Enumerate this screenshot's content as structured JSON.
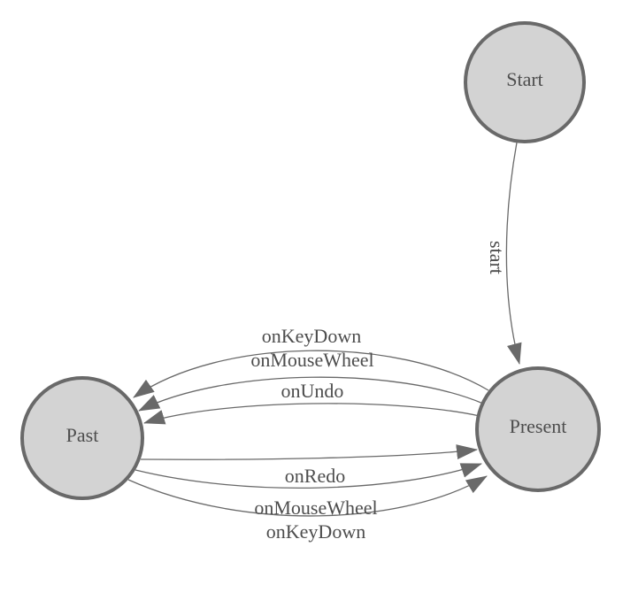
{
  "diagram": {
    "type": "state-machine",
    "nodes": [
      {
        "id": "start",
        "label": "Start"
      },
      {
        "id": "past",
        "label": "Past"
      },
      {
        "id": "present",
        "label": "Present"
      }
    ],
    "edges": [
      {
        "from": "Start",
        "to": "Present",
        "label": "start"
      },
      {
        "from": "Present",
        "to": "Past",
        "label": "onKeyDown"
      },
      {
        "from": "Present",
        "to": "Past",
        "label": "onMouseWheel"
      },
      {
        "from": "Present",
        "to": "Past",
        "label": "onUndo"
      },
      {
        "from": "Past",
        "to": "Present",
        "label": "onRedo"
      },
      {
        "from": "Past",
        "to": "Present",
        "label": "onMouseWheel"
      },
      {
        "from": "Past",
        "to": "Present",
        "label": "onKeyDown"
      }
    ],
    "colors": {
      "node_fill": "#d3d3d3",
      "node_stroke": "#696969",
      "edge_stroke": "#696969",
      "arrowhead_fill": "#696969",
      "label_text": "#4d4d4d",
      "background": "#ffffff"
    }
  }
}
